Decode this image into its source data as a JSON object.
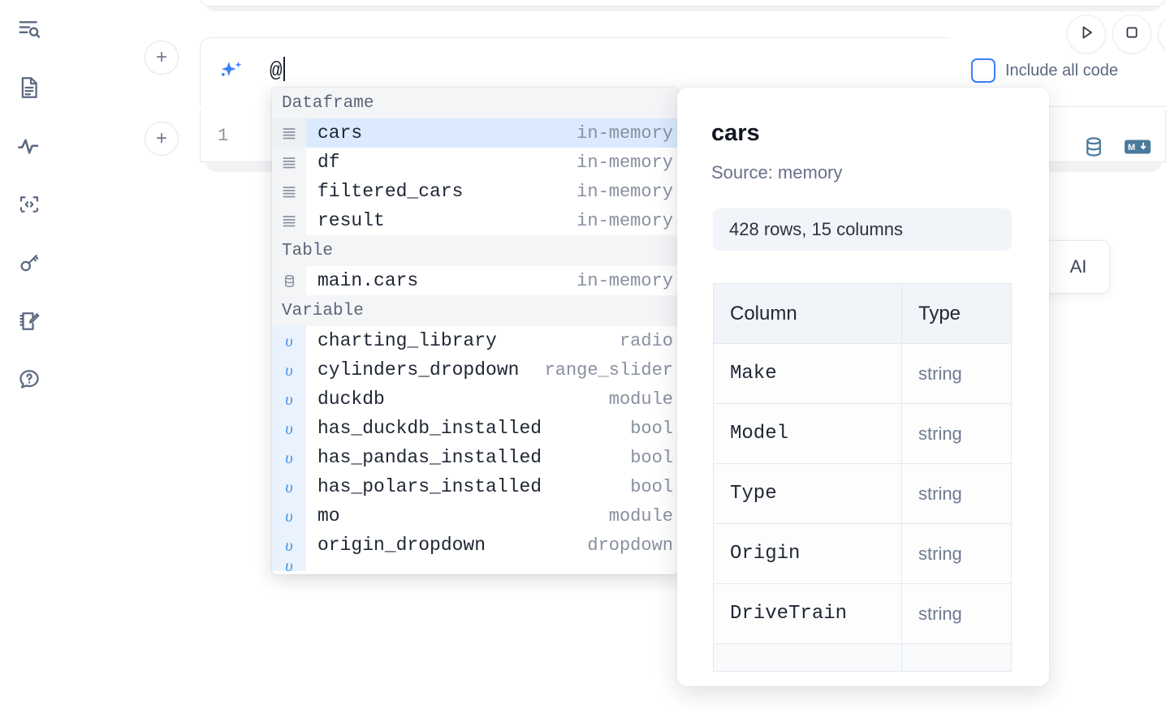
{
  "app": {
    "accent_blue": "#3b82f6",
    "highlight_blue": "#dbeafe",
    "muted_text": "#8890a0"
  },
  "rail": {
    "items": [
      {
        "icon": "explorer-search-icon",
        "name": "sidebar-item-explorer"
      },
      {
        "icon": "document-icon",
        "name": "sidebar-item-document"
      },
      {
        "icon": "activity-pulse-icon",
        "name": "sidebar-item-activity"
      },
      {
        "icon": "code-snippet-icon",
        "name": "sidebar-item-snippets"
      },
      {
        "icon": "key-icon",
        "name": "sidebar-item-secrets"
      },
      {
        "icon": "notebook-edit-icon",
        "name": "sidebar-item-scratchpad"
      },
      {
        "icon": "help-chat-icon",
        "name": "sidebar-item-help"
      }
    ]
  },
  "toolbar": {
    "run_icon": "play-icon",
    "stop_icon": "stop-square-icon",
    "include_all_code_label": "Include all code",
    "include_all_code_checked": false
  },
  "ai_cell": {
    "icon": "ai-sparkles-icon",
    "value": "@",
    "line_number": "1",
    "cell_icons": [
      "database-icon",
      "markdown-icon"
    ]
  },
  "add_buttons": {
    "label": "+"
  },
  "ai_card": {
    "text": "AI"
  },
  "autocomplete": {
    "groups": [
      {
        "label": "Dataframe",
        "icon": "dataframe-rows-icon",
        "items": [
          {
            "name": "cars",
            "meta": "in-memory",
            "selected": true
          },
          {
            "name": "df",
            "meta": "in-memory",
            "selected": false
          },
          {
            "name": "filtered_cars",
            "meta": "in-memory",
            "selected": false
          },
          {
            "name": "result",
            "meta": "in-memory",
            "selected": false
          }
        ]
      },
      {
        "label": "Table",
        "icon": "database-icon",
        "items": [
          {
            "name": "main.cars",
            "meta": "in-memory",
            "selected": false
          }
        ]
      },
      {
        "label": "Variable",
        "icon": "variable-icon",
        "items": [
          {
            "name": "charting_library",
            "meta": "radio",
            "selected": false
          },
          {
            "name": "cylinders_dropdown",
            "meta": "range_slider",
            "selected": false
          },
          {
            "name": "duckdb",
            "meta": "module",
            "selected": false
          },
          {
            "name": "has_duckdb_installed",
            "meta": "bool",
            "selected": false
          },
          {
            "name": "has_pandas_installed",
            "meta": "bool",
            "selected": false
          },
          {
            "name": "has_polars_installed",
            "meta": "bool",
            "selected": false
          },
          {
            "name": "mo",
            "meta": "module",
            "selected": false
          },
          {
            "name": "origin_dropdown",
            "meta": "dropdown",
            "selected": false
          },
          {
            "name": "",
            "meta": "",
            "selected": false,
            "clipped": true
          }
        ]
      }
    ]
  },
  "doc_popup": {
    "title": "cars",
    "source": "Source: memory",
    "shape": "428 rows, 15 columns",
    "table": {
      "headers": [
        "Column",
        "Type"
      ],
      "rows": [
        [
          "Make",
          "string"
        ],
        [
          "Model",
          "string"
        ],
        [
          "Type",
          "string"
        ],
        [
          "Origin",
          "string"
        ],
        [
          "DriveTrain",
          "string"
        ]
      ]
    }
  }
}
